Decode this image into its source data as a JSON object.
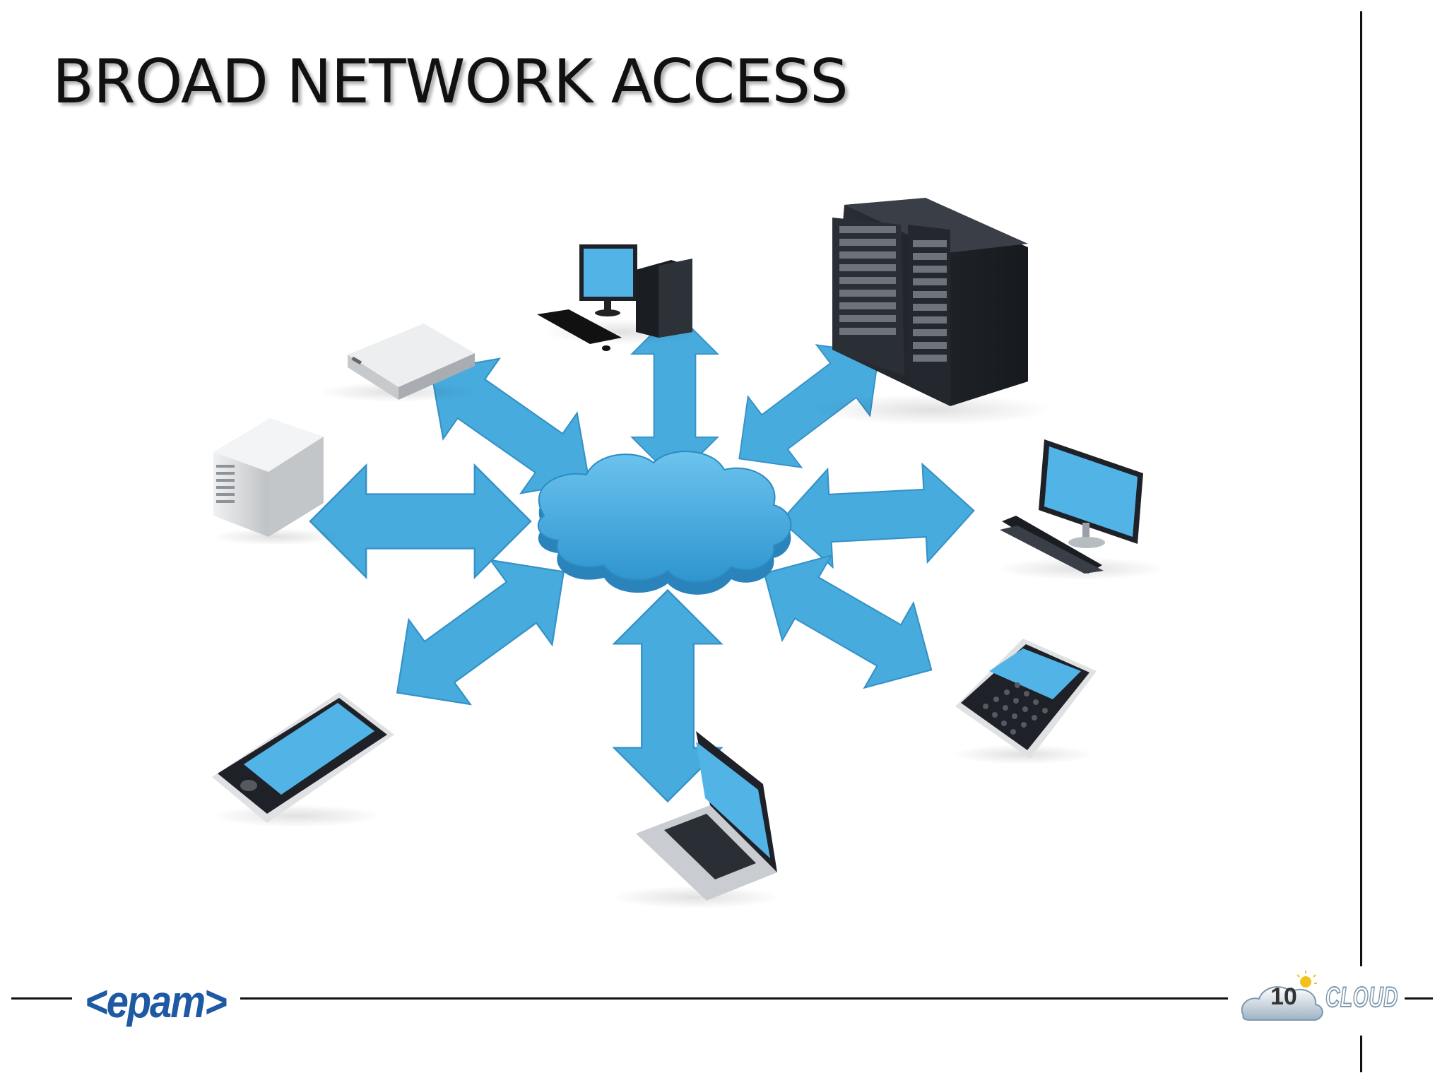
{
  "slide": {
    "title": "BROAD NETWORK ACCESS",
    "page_number": "10"
  },
  "footer": {
    "logo_text": "<epam>",
    "badge_text": "CLOUD"
  },
  "diagram": {
    "center": "cloud",
    "nodes": [
      "desktop-computer",
      "server-rack",
      "monitor-keyboard",
      "qwerty-phone",
      "laptop",
      "smartphone",
      "tower-server",
      "network-appliance"
    ],
    "colors": {
      "accent": "#3fa7dc",
      "accent_dark": "#2b8cc4",
      "device_dark": "#1e2228",
      "device_light": "#d6d8da",
      "screen": "#52b4e6"
    }
  }
}
